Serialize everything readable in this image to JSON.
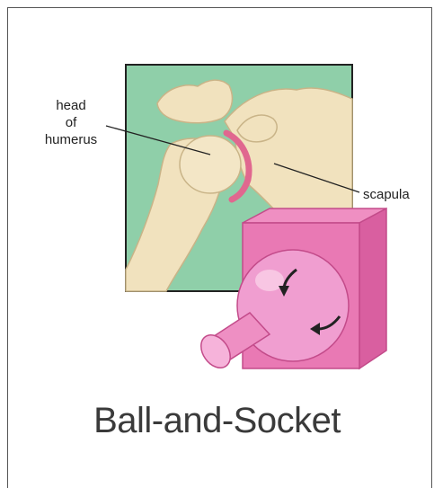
{
  "labels": {
    "head_line1": "head",
    "head_line2": "of",
    "head_line3": "humerus",
    "scapula": "scapula"
  },
  "title": "Ball-and-Socket",
  "colors": {
    "background_panel": "#8fcfa9",
    "bone": "#f1e2be",
    "cartilage": "#e0678f",
    "socket_block": "#e979b4",
    "ball": "#f09ed0",
    "arrow": "#222222"
  }
}
